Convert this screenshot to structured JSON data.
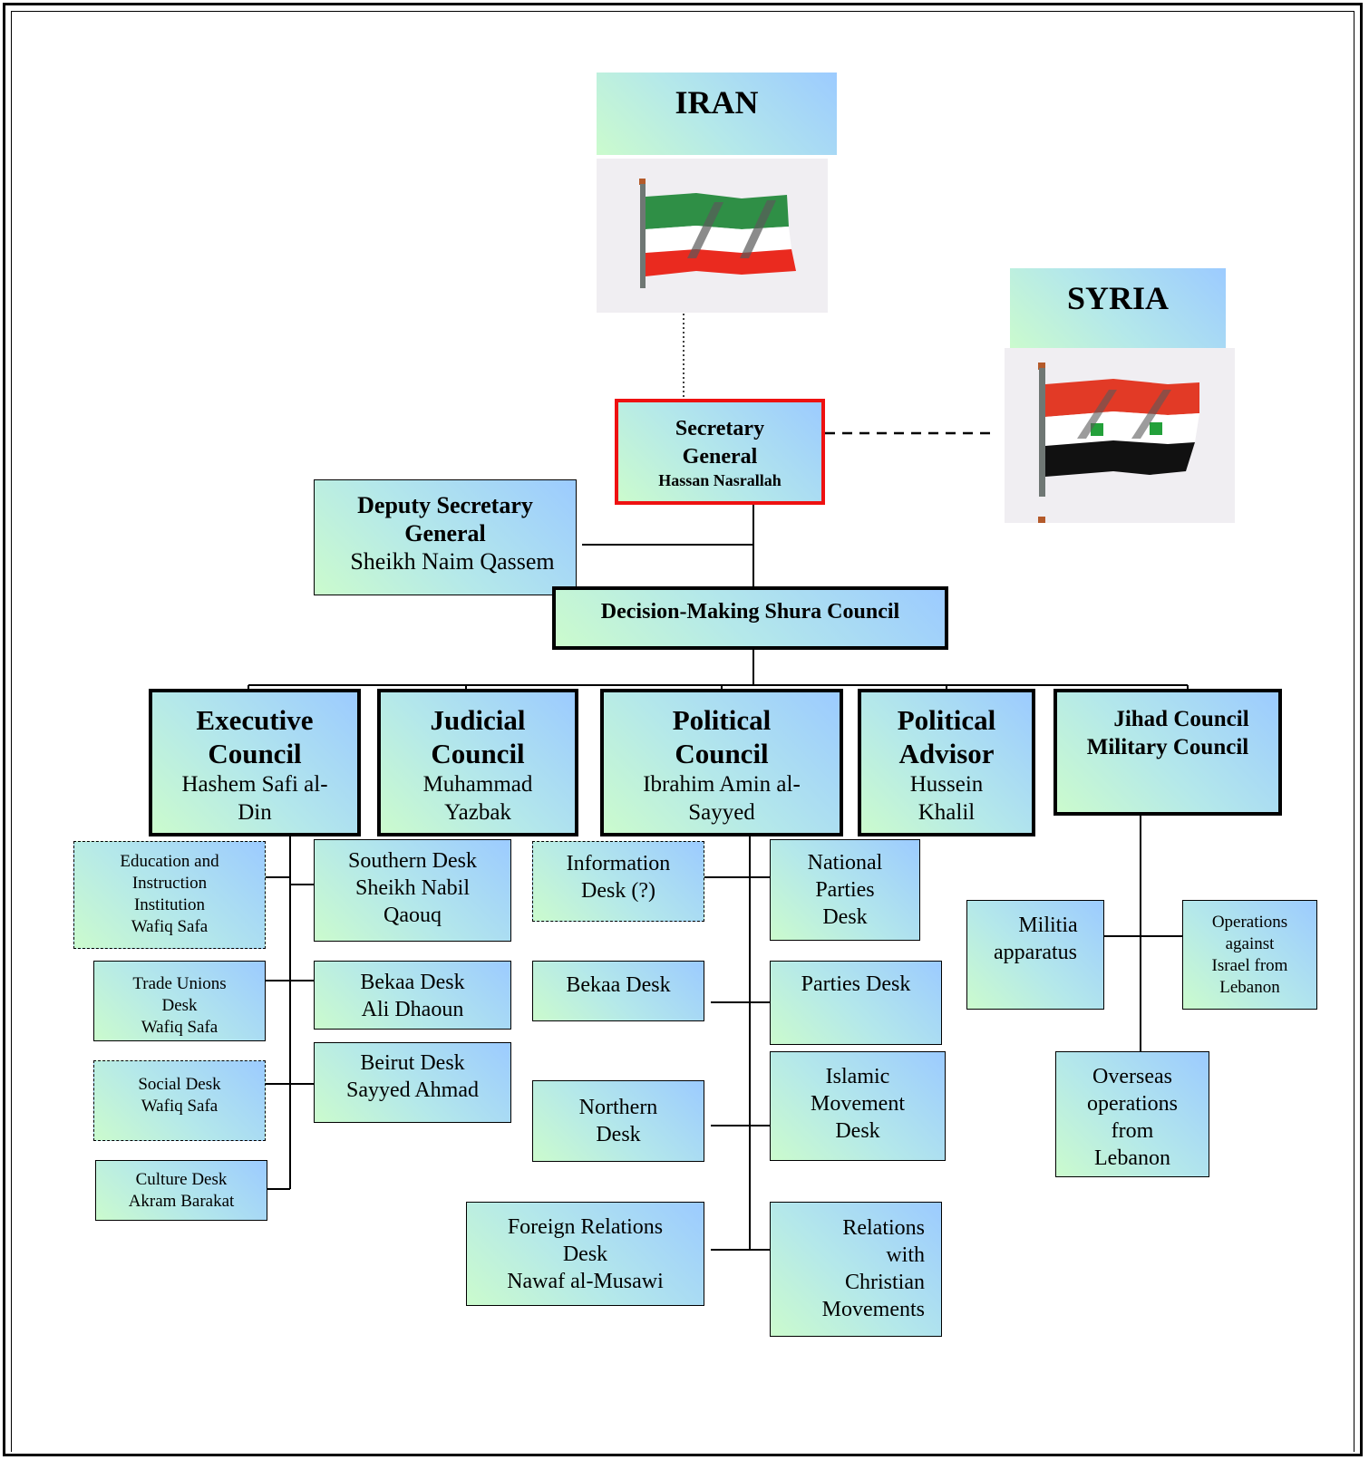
{
  "countries": {
    "iran": "IRAN",
    "syria": "SYRIA"
  },
  "flags": {
    "iran_colors": [
      "#008d3a",
      "#ffffff",
      "#e31b23"
    ],
    "syria_colors": [
      "#ce1126",
      "#ffffff",
      "#000000",
      "#007a3d"
    ]
  },
  "secretary_general": {
    "title": "Secretary General",
    "name": "Hassan Nasrallah"
  },
  "deputy": {
    "title": "Deputy Secretary General",
    "name": "Sheikh Naim Qassem"
  },
  "shura": "Decision-Making Shura Council",
  "councils": {
    "executive": {
      "title": "Executive Council",
      "name": "Hashem Safi al-Din"
    },
    "judicial": {
      "title": "Judicial Council",
      "name": "Muhammad Yazbak"
    },
    "political": {
      "title": "Political Council",
      "name": "Ibrahim Amin al-Sayyed"
    },
    "advisor": {
      "title": "Political Advisor",
      "name": "Hussein Khalil"
    },
    "jihad": {
      "line1": "Jihad Council",
      "line2": "Military Council"
    }
  },
  "executive_desks": {
    "education": [
      "Education and",
      "Instruction",
      "Institution",
      "Wafiq Safa"
    ],
    "trade_unions": [
      "Trade Unions",
      "Desk",
      "Wafiq Safa"
    ],
    "social": [
      "Social Desk",
      "Wafiq Safa"
    ],
    "culture": [
      "Culture Desk",
      "Akram Barakat"
    ],
    "southern": [
      "Southern Desk",
      "Sheikh Nabil",
      "Qaouq"
    ],
    "bekaa": [
      "Bekaa Desk",
      "Ali Dhaoun"
    ],
    "beirut": [
      "Beirut Desk",
      "Sayyed Ahmad"
    ]
  },
  "political_desks": {
    "information": [
      "Information",
      "Desk (?)"
    ],
    "bekaa": [
      "Bekaa Desk"
    ],
    "northern": [
      "Northern",
      "Desk"
    ],
    "foreign": [
      "Foreign Relations",
      "Desk",
      "Nawaf al-Musawi"
    ],
    "national": [
      "National",
      "Parties",
      "Desk"
    ],
    "parties": [
      "Parties Desk"
    ],
    "islamic": [
      "Islamic",
      "Movement",
      "Desk"
    ],
    "christian": [
      "Relations",
      "with",
      "Christian",
      "Movements"
    ]
  },
  "jihad_units": {
    "militia": [
      "Militia",
      "apparatus"
    ],
    "operations": [
      "Operations",
      "against",
      "Israel from",
      "Lebanon"
    ],
    "overseas": [
      "Overseas",
      "operations",
      "from",
      "Lebanon"
    ]
  }
}
